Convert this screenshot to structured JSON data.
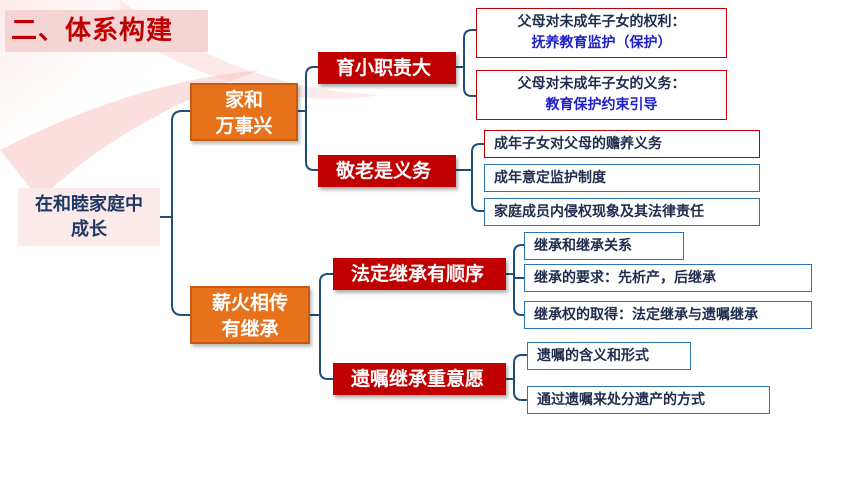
{
  "title": "二、体系构建",
  "root": {
    "line1": "在和睦家庭中",
    "line2": "成长"
  },
  "branches": [
    {
      "line1": "家和",
      "line2": "万事兴",
      "subs": [
        {
          "label": "育小职责大",
          "leaves": [
            {
              "line1": "父母对未成年子女的权利：",
              "line2": "抚养教育监护（保护）"
            },
            {
              "line1": "父母对未成年子女的义务：",
              "line2": "教育保护约束引导"
            }
          ]
        },
        {
          "label": "敬老是义务",
          "leaves": [
            {
              "text": "成年子女对父母的赡养义务"
            },
            {
              "text": "成年意定监护制度"
            },
            {
              "text": "家庭成员内侵权现象及其法律责任"
            }
          ]
        }
      ]
    },
    {
      "line1": "薪火相传",
      "line2": "有继承",
      "subs": [
        {
          "label": "法定继承有顺序",
          "leaves": [
            {
              "text": "继承和继承关系"
            },
            {
              "text": "继承的要求：先析产，后继承"
            },
            {
              "text": "继承权的取得：法定继承与遗嘱继承"
            }
          ]
        },
        {
          "label": "遗嘱继承重意愿",
          "leaves": [
            {
              "text": "遗嘱的含义和形式"
            },
            {
              "text": "通过遗嘱来处分遗产的方式"
            }
          ]
        }
      ]
    }
  ]
}
